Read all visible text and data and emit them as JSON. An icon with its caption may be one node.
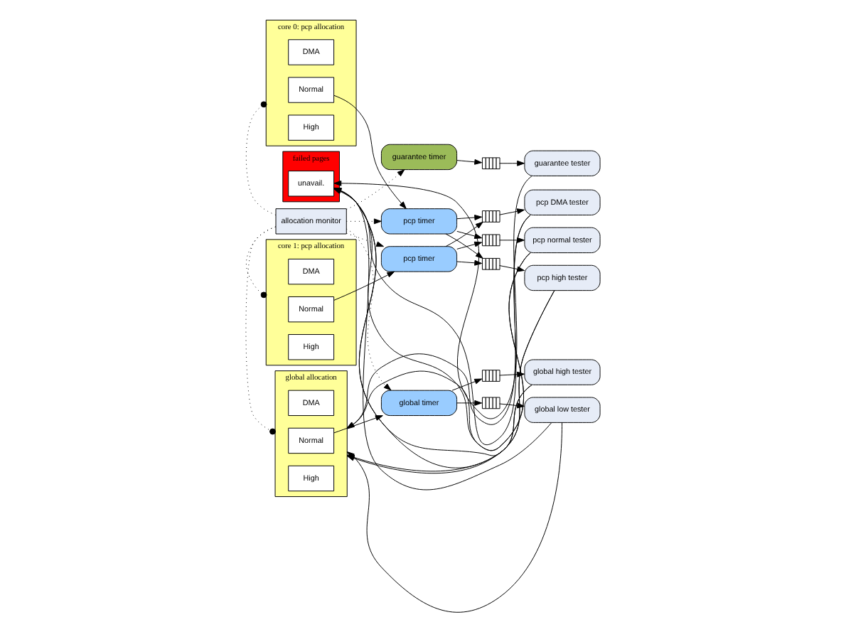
{
  "diagram": {
    "nodes": [
      {
        "text": [
          "allocation monitor"
        ]
      },
      {
        "text": [
          "core 1: pcp allocation"
        ]
      },
      {
        "text": [
          "DMA"
        ],
        "in": 1
      },
      {
        "text": [
          "Normal"
        ],
        "in": 1
      },
      {
        "text": [
          "High"
        ],
        "in": 1
      },
      {
        "text": [
          "core 0: pcp allocation"
        ]
      },
      {
        "text": [
          "DMA"
        ],
        "in": 5
      },
      {
        "text": [
          "Normal"
        ],
        "in": 5
      },
      {
        "text": [
          "High"
        ],
        "in": 5
      },
      {
        "text": [
          "global allocation"
        ]
      },
      {
        "text": [
          "DMA"
        ],
        "in": 9
      },
      {
        "text": [
          "Normal"
        ],
        "in": 9
      },
      {
        "text": [
          "High"
        ],
        "in": 9
      },
      {
        "text": [
          "failed pages"
        ]
      },
      {
        "text": [
          "unavail."
        ],
        "in": 13
      },
      {
        "text": [
          "guarantee timer"
        ]
      },
      {
        "text": [
          "pcp timer"
        ]
      },
      {
        "text": [
          "pcp timer"
        ]
      },
      {
        "text": [
          "global timer"
        ]
      },
      {
        "text": [],
        "shape": "box"
      },
      {
        "text": [],
        "shape": "box"
      },
      {
        "text": [],
        "shape": "box"
      },
      {
        "text": [],
        "shape": "box"
      },
      {
        "text": [],
        "shape": "box"
      },
      {
        "text": [],
        "shape": "box"
      },
      {
        "text": [
          "guarantee tester"
        ]
      },
      {
        "text": [
          "pcp DMA tester"
        ]
      },
      {
        "text": [
          "pcp normal tester"
        ]
      },
      {
        "text": [
          "pcp high tester"
        ]
      },
      {
        "text": [
          "global high tester"
        ]
      },
      {
        "text": [
          "global low tester"
        ]
      }
    ],
    "edges": [
      {
        "from": 0,
        "to": 15,
        "arrow": "to",
        "style": "dashed"
      },
      {
        "from": 0,
        "to": 16,
        "arrow": "to",
        "style": "dashed"
      },
      {
        "from": 0,
        "to": 17,
        "arrow": "to",
        "style": "dashed"
      },
      {
        "from": 0,
        "to": 18,
        "arrow": "to",
        "style": "dashed"
      },
      {
        "from": 0,
        "to": 1,
        "arrow": "other",
        "style": "dashed"
      },
      {
        "from": 0,
        "to": 5,
        "arrow": "other",
        "style": "dashed"
      },
      {
        "from": 0,
        "to": 9,
        "arrow": "other",
        "style": "dashed"
      },
      {
        "from": 3,
        "to": 16,
        "arrow": "to"
      },
      {
        "from": 7,
        "to": 17,
        "arrow": "to"
      },
      {
        "from": 11,
        "to": 18,
        "arrow": "to"
      },
      {
        "from": 15,
        "to": 19,
        "arrow": "to"
      },
      {
        "from": 19,
        "to": 25,
        "arrow": "to"
      },
      {
        "from": 16,
        "to": 20,
        "arrow": "to"
      },
      {
        "from": 16,
        "to": 21,
        "arrow": "to"
      },
      {
        "from": 16,
        "to": 22,
        "arrow": "to"
      },
      {
        "from": 17,
        "to": 20,
        "arrow": "to"
      },
      {
        "from": 17,
        "to": 21,
        "arrow": "to"
      },
      {
        "from": 17,
        "to": 22,
        "arrow": "to"
      },
      {
        "from": 20,
        "to": 26,
        "arrow": "to"
      },
      {
        "from": 21,
        "to": 27,
        "arrow": "to"
      },
      {
        "from": 22,
        "to": 28,
        "arrow": "to"
      },
      {
        "from": 18,
        "to": 23,
        "arrow": "to"
      },
      {
        "from": 18,
        "to": 24,
        "arrow": "to"
      },
      {
        "from": 23,
        "to": 29,
        "arrow": "to"
      },
      {
        "from": 24,
        "to": 30,
        "arrow": "to"
      },
      {
        "from": 25,
        "to": 14,
        "arrow": "to"
      },
      {
        "from": 26,
        "to": 14,
        "arrow": "to"
      },
      {
        "from": 27,
        "to": 14,
        "arrow": "to"
      },
      {
        "from": 28,
        "to": 14,
        "arrow": "to"
      },
      {
        "from": 29,
        "to": 14,
        "arrow": "to"
      },
      {
        "from": 30,
        "to": 14,
        "arrow": "to"
      },
      {
        "from": 26,
        "to": 9,
        "arrow": "to"
      },
      {
        "from": 27,
        "to": 9,
        "arrow": "to"
      },
      {
        "from": 28,
        "to": 9,
        "arrow": "to"
      },
      {
        "from": 29,
        "to": 9,
        "arrow": "to"
      },
      {
        "from": 30,
        "to": 9,
        "arrow": "to"
      }
    ]
  }
}
